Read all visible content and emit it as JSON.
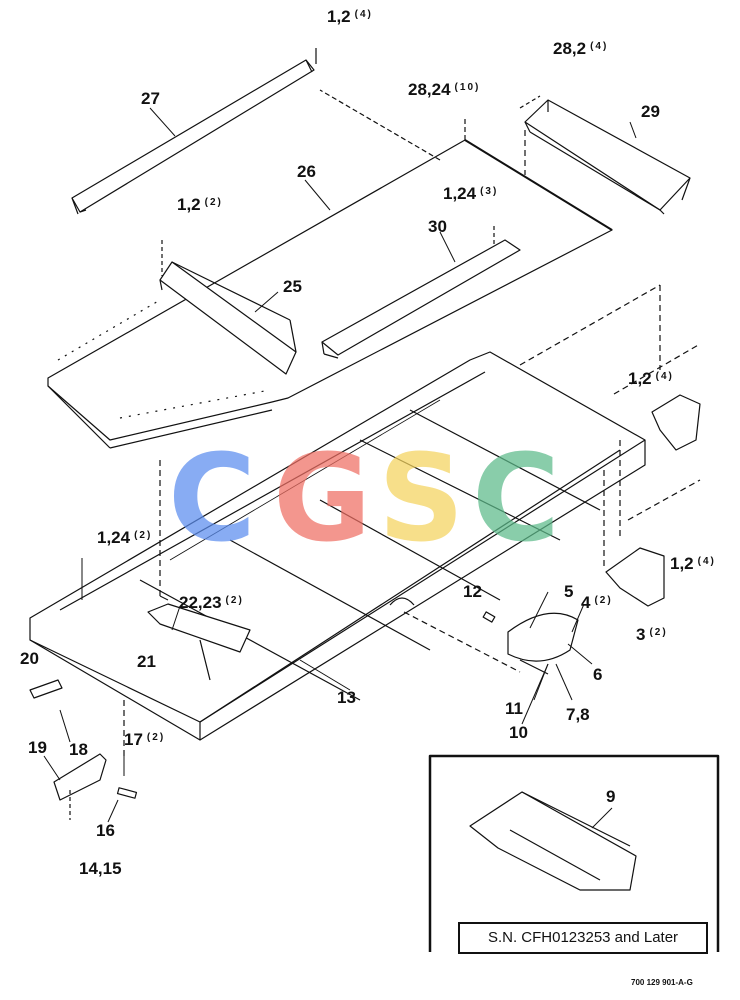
{
  "watermark": {
    "letters": [
      {
        "char": "C",
        "color": "#5b8def"
      },
      {
        "char": "G",
        "color": "#ef6f64"
      },
      {
        "char": "S",
        "color": "#f4d35e"
      },
      {
        "char": "C",
        "color": "#5cba8a"
      }
    ]
  },
  "callouts": {
    "c1": {
      "main": "1,2",
      "qty": "(4)"
    },
    "c2": {
      "main": "27",
      "qty": ""
    },
    "c3": {
      "main": "28,24",
      "qty": "(10)"
    },
    "c4": {
      "main": "28,2",
      "qty": "(4)"
    },
    "c5": {
      "main": "29",
      "qty": ""
    },
    "c6": {
      "main": "26",
      "qty": ""
    },
    "c7": {
      "main": "1,2",
      "qty": "(2)"
    },
    "c8": {
      "main": "1,24",
      "qty": "(3)"
    },
    "c9": {
      "main": "30",
      "qty": ""
    },
    "c10": {
      "main": "25",
      "qty": ""
    },
    "c11": {
      "main": "1,2",
      "qty": "(4)"
    },
    "c12": {
      "main": "1,24",
      "qty": "(2)"
    },
    "c13": {
      "main": "1,2",
      "qty": "(4)"
    },
    "c14": {
      "main": "22,23",
      "qty": "(2)"
    },
    "c15": {
      "main": "12",
      "qty": ""
    },
    "c16": {
      "main": "5",
      "qty": ""
    },
    "c17": {
      "main": "4",
      "qty": "(2)"
    },
    "c18": {
      "main": "3",
      "qty": "(2)"
    },
    "c19": {
      "main": "20",
      "qty": ""
    },
    "c20": {
      "main": "21",
      "qty": ""
    },
    "c21": {
      "main": "6",
      "qty": ""
    },
    "c22": {
      "main": "13",
      "qty": ""
    },
    "c23": {
      "main": "11",
      "qty": ""
    },
    "c24": {
      "main": "7,8",
      "qty": ""
    },
    "c25": {
      "main": "10",
      "qty": ""
    },
    "c26": {
      "main": "18",
      "qty": ""
    },
    "c27": {
      "main": "17",
      "qty": "(2)"
    },
    "c28": {
      "main": "19",
      "qty": ""
    },
    "c29": {
      "main": "16",
      "qty": ""
    },
    "c30": {
      "main": "14,15",
      "qty": ""
    },
    "c31": {
      "main": "9",
      "qty": ""
    }
  },
  "inset": {
    "serial_note": "S.N. CFH0123253 and Later"
  },
  "drawing_ref": "700 129 901-A-G"
}
